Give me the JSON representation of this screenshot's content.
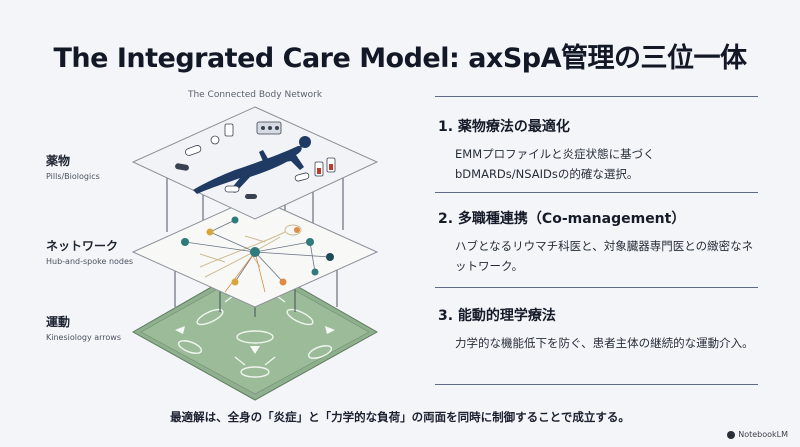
{
  "title": "The Integrated Care Model: axSpA管理の三位一体",
  "diagram": {
    "caption": "The Connected Body Network",
    "layers": [
      {
        "ja": "薬物",
        "en": "Pills/Biologics"
      },
      {
        "ja": "ネットワーク",
        "en": "Hub-and-spoke nodes"
      },
      {
        "ja": "運動",
        "en": "Kinesiology arrows"
      }
    ],
    "colors": {
      "top_layer": "#f2f3f6",
      "mid_layer": "#f8f8f6",
      "bottom_layer": "#8fb08e",
      "figure": "#1f3a63",
      "teal_node": "#2f7a7a",
      "orange_node": "#e08a44",
      "gold_node": "#d8a43c"
    }
  },
  "points": [
    {
      "title": "1. 薬物療法の最適化",
      "body": "EMMプロファイルと炎症状態に基づくbDMARDs/NSAIDsの的確な選択。"
    },
    {
      "title": "2. 多職種連携（Co-management）",
      "body": "ハブとなるリウマチ科医と、対象臓器専門医との緻密なネットワーク。"
    },
    {
      "title": "3. 能動的理学療法",
      "body": "力学的な機能低下を防ぐ、患者主体の継続的な運動介入。"
    }
  ],
  "footer": "最適解は、全身の「炎症」と「力学的な負荷」の両面を同時に制御することで成立する。",
  "brand": "NotebookLM"
}
